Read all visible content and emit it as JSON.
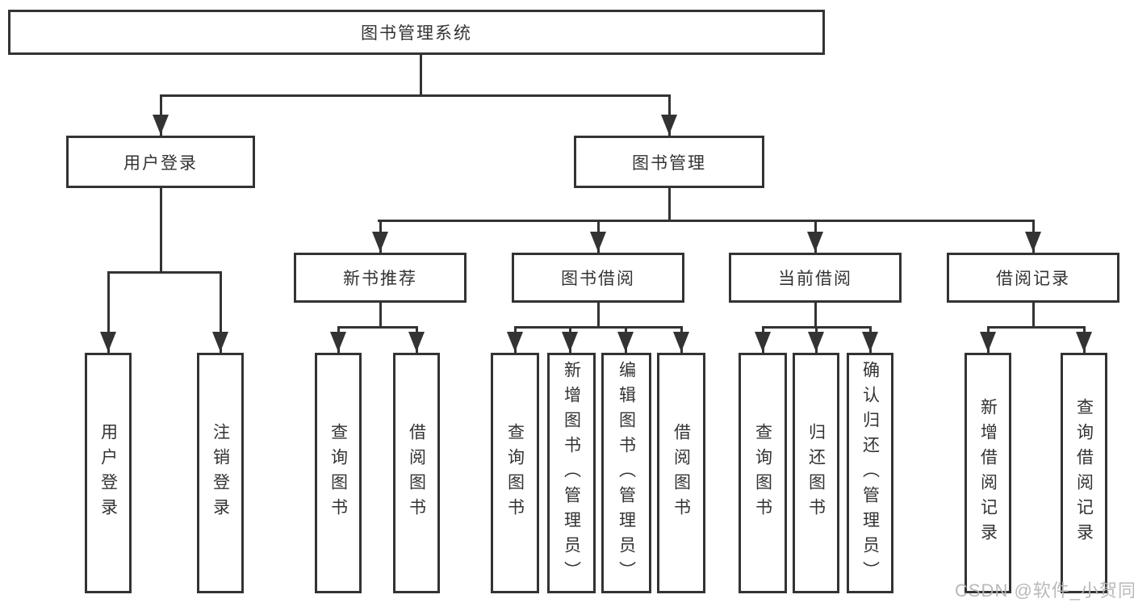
{
  "tree": {
    "label": "图书管理系统",
    "children": [
      {
        "label": "用户登录",
        "children": [
          {
            "label": "用户登录"
          },
          {
            "label": "注销登录"
          }
        ]
      },
      {
        "label": "图书管理",
        "children": [
          {
            "label": "新书推荐",
            "children": [
              {
                "label": "查询图书"
              },
              {
                "label": "借阅图书"
              }
            ]
          },
          {
            "label": "图书借阅",
            "children": [
              {
                "label": "查询图书"
              },
              {
                "label": "新增图书（管理员）"
              },
              {
                "label": "编辑图书（管理员）"
              },
              {
                "label": "借阅图书"
              }
            ]
          },
          {
            "label": "当前借阅",
            "children": [
              {
                "label": "查询图书"
              },
              {
                "label": "归还图书"
              },
              {
                "label": "确认归还（管理员）"
              }
            ]
          },
          {
            "label": "借阅记录",
            "children": [
              {
                "label": "新增借阅记录"
              },
              {
                "label": "查询借阅记录"
              }
            ]
          }
        ]
      }
    ]
  },
  "watermark": {
    "text": "CSDN @软件_小贺同学"
  },
  "colors": {
    "line": "#333333",
    "text": "#333333",
    "watermark": "#b5b2b2",
    "background": "#ffffff"
  }
}
